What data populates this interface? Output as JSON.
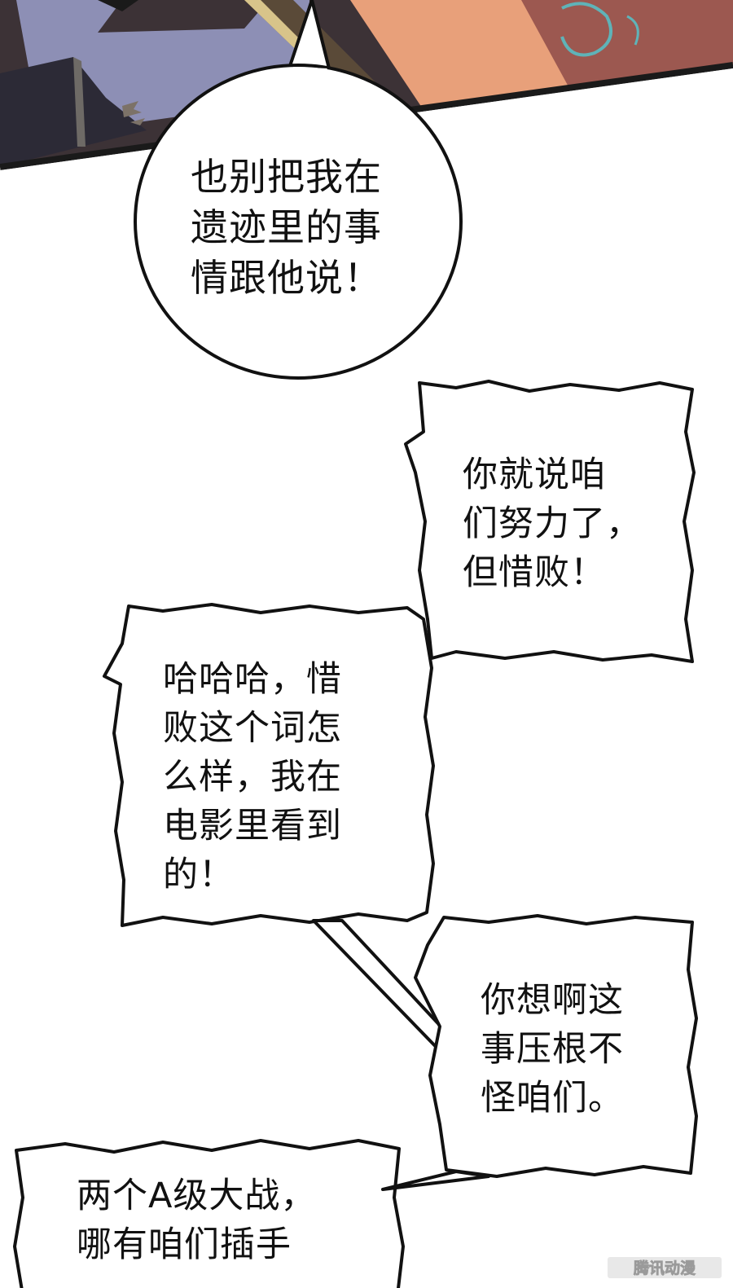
{
  "bubbles": [
    {
      "shape": "round",
      "lines": [
        "也别把我在",
        "遗迹里的事",
        "情跟他说！"
      ]
    },
    {
      "shape": "jagged",
      "lines": [
        "你就说咱",
        "们努力了，",
        "但惜败！"
      ]
    },
    {
      "shape": "jagged",
      "lines": [
        "哈哈哈，惜",
        "败这个词怎",
        "么样，我在",
        "电影里看到",
        "的！"
      ]
    },
    {
      "shape": "jagged",
      "lines": [
        "你想啊这",
        "事压根不",
        "怪咱们。"
      ]
    },
    {
      "shape": "jagged",
      "lines": [
        "两个A级大战，",
        "哪有咱们插手"
      ]
    }
  ],
  "watermark": {
    "text": "腾讯动漫"
  },
  "colors": {
    "ink": "#111111",
    "paper": "#ffffff",
    "panel_frame": "#1a1a1a",
    "hood": "#8d8fb5",
    "skin": "#e8a07a",
    "clothing_dark": "#2c2a36",
    "tattoo": "#5fb3b8"
  }
}
